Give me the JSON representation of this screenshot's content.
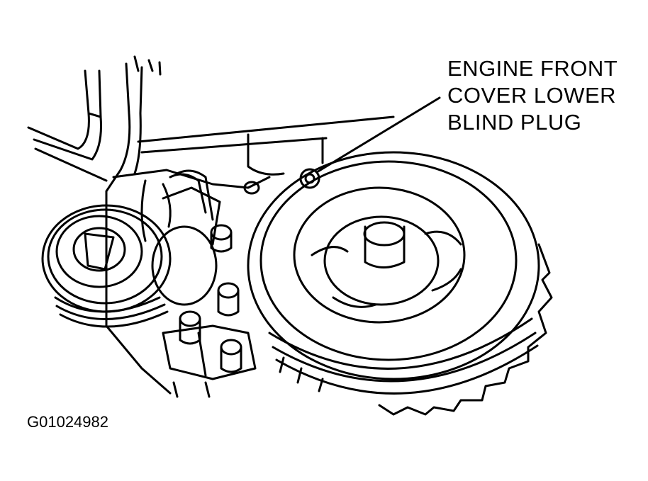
{
  "callout": {
    "line1": "ENGINE FRONT",
    "line2": "COVER LOWER",
    "line3": "BLIND PLUG"
  },
  "figure_id": "G01024982",
  "colors": {
    "ink": "#000000",
    "paper": "#ffffff"
  }
}
